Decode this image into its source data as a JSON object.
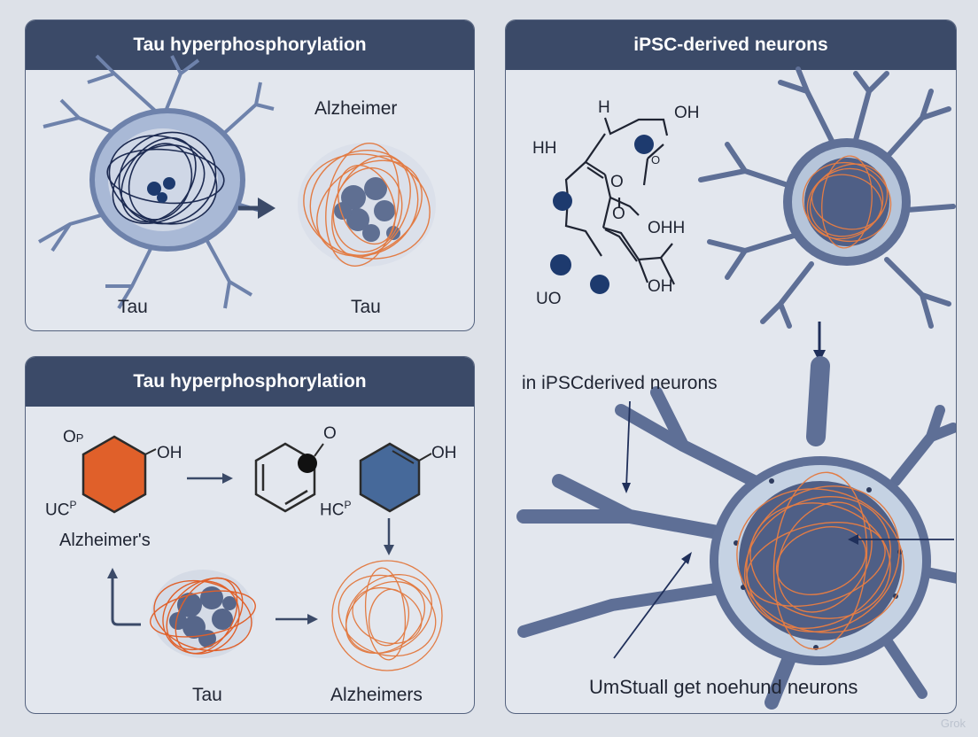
{
  "panels": {
    "top_left": {
      "title": "Tau hyperphosphorylation",
      "label_top_right": "Alzheimer",
      "label_left": "Tau",
      "label_right": "Tau"
    },
    "bottom_left": {
      "title": "Tau hyperphosphorylation",
      "mol1": {
        "o_top": "O",
        "p_top": "P",
        "oh": "OH",
        "uc": "UC",
        "p_bottom": "P"
      },
      "mol2": {
        "o": "O"
      },
      "mol3": {
        "oh": "OH",
        "hc": "HC",
        "p": "P"
      },
      "label_alzheimers_left": "Alzheimer's",
      "label_tau": "Tau",
      "label_alzheimers_bottom": "Alzheimers"
    },
    "right": {
      "title": "iPSC-derived neurons",
      "mol": {
        "h": "H",
        "oh_top": "OH",
        "hh": "HH",
        "o_mid": "O",
        "o_small": "O",
        "o_low": "O",
        "oh_h": "OHH",
        "oh_low": "OH",
        "uo": "UO"
      },
      "label_mid": "in iPSCderived neurons",
      "label_bottom": "UmStuall get noehund neurons"
    }
  },
  "watermark": "Grok",
  "colors": {
    "header": "#3b4a68",
    "orange": "#e0602a",
    "blue_hex": "#46699a",
    "tangle_orange": "#e27c45",
    "neuron": "#6b7b9c"
  }
}
